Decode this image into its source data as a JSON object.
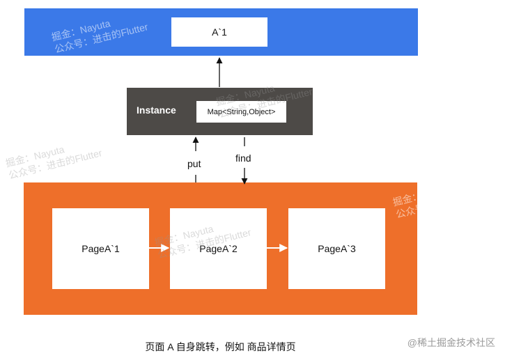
{
  "diagram": {
    "top_node": {
      "label": "A`1"
    },
    "instance": {
      "label": "Instance",
      "map_label": "Map<String,Object>"
    },
    "edges": {
      "put": "put",
      "find": "find"
    },
    "pages": [
      {
        "label": "PageA`1"
      },
      {
        "label": "PageA`2"
      },
      {
        "label": "PageA`3"
      }
    ],
    "caption": "页面 A 自身跳转，例如 商品详情页",
    "site_mark": "@稀土掘金技术社区",
    "watermark": {
      "line1": "掘金：Nayuta",
      "line2": "公众号：进击的Flutter"
    }
  },
  "colors": {
    "top_bar": "#3b79e8",
    "instance_bar": "#4d4a47",
    "orange_bar": "#ee6f2a"
  }
}
